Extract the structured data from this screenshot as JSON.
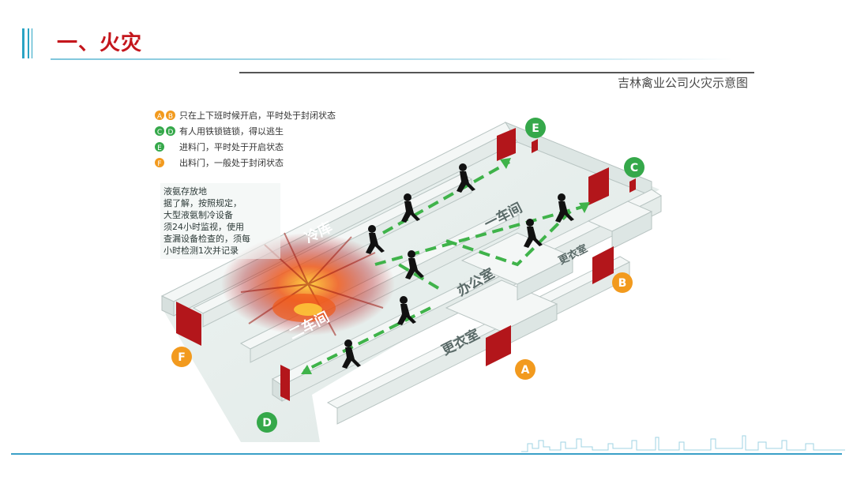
{
  "slide": {
    "title": "一、火灾"
  },
  "diagram": {
    "caption": "吉林禽业公司火灾示意图",
    "legend": [
      {
        "markers": [
          "A",
          "B"
        ],
        "text": "只在上下班时候开启，平时处于封闭状态"
      },
      {
        "markers": [
          "C",
          "D"
        ],
        "text": "有人用铁锁链锁，得以逃生"
      },
      {
        "markers": [
          "E"
        ],
        "text": "进料门，平时处于开启状态"
      },
      {
        "markers": [
          "F"
        ],
        "text": "出料门，一般处于封闭状态"
      }
    ],
    "note_lines": [
      "液氨存放地",
      "据了解，按照规定，",
      "大型液氨制冷设备",
      "须24小时监视，使用",
      "查漏设备检查的，须每",
      "小时检测1次并记录"
    ],
    "rooms": {
      "cold_storage": "冷库",
      "workshop_1": "一车间",
      "workshop_2": "二车间",
      "office": "办公室",
      "locker_room_1": "更衣室",
      "locker_room_2": "更衣室"
    },
    "door_markers": {
      "A": "A",
      "B": "B",
      "C": "C",
      "D": "D",
      "E": "E",
      "F": "F"
    },
    "colors": {
      "orange_marker": "#f29a1e",
      "green_marker": "#35a84a",
      "door_red": "#b3161b",
      "arrow_green": "#3fb34a",
      "fire": "#e63a16"
    }
  }
}
